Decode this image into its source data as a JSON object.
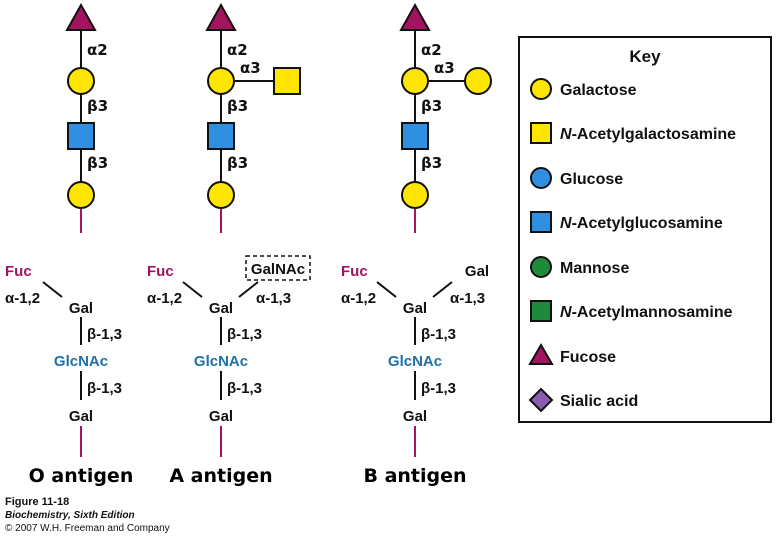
{
  "colors": {
    "galactose": "#ffe600",
    "n_acetylgalactosamine": "#ffe600",
    "glucose": "#2f8fe0",
    "n_acetylglucosamine": "#2f8fe0",
    "mannose": "#1e8a3a",
    "n_acetylmannosamine": "#1e8a3a",
    "fucose": "#a3145e",
    "sialic_acid": "#8b5cb0",
    "fuc_text": "#a3145e",
    "glcnac_text": "#1f6fa8"
  },
  "chains": [
    {
      "name": "O antigen",
      "top_link": "α2",
      "mid_link": "β3",
      "low_link": "β3",
      "side_link": "",
      "side_shape": "none"
    },
    {
      "name": "A antigen",
      "top_link": "α2",
      "mid_link": "β3",
      "low_link": "β3",
      "side_link": "α3",
      "side_shape": "square"
    },
    {
      "name": "B antigen",
      "top_link": "α2",
      "mid_link": "β3",
      "low_link": "β3",
      "side_link": "α3",
      "side_shape": "circle"
    }
  ],
  "structures": [
    {
      "fuc": "Fuc",
      "fuc_link": "α-1,2",
      "gal_top": "Gal",
      "branch": "",
      "branch_link": "",
      "link1": "β-1,3",
      "glcnac": "GlcNAc",
      "link2": "β-1,3",
      "gal_bottom": "Gal",
      "antigen": "O antigen"
    },
    {
      "fuc": "Fuc",
      "fuc_link": "α-1,2",
      "gal_top": "Gal",
      "branch": "GalNAc",
      "branch_link": "α-1,3",
      "link1": "β-1,3",
      "glcnac": "GlcNAc",
      "link2": "β-1,3",
      "gal_bottom": "Gal",
      "antigen": "A antigen"
    },
    {
      "fuc": "Fuc",
      "fuc_link": "α-1,2",
      "gal_top": "Gal",
      "branch": "Gal",
      "branch_link": "α-1,3",
      "link1": "β-1,3",
      "glcnac": "GlcNAc",
      "link2": "β-1,3",
      "gal_bottom": "Gal",
      "antigen": "B antigen"
    }
  ],
  "key": {
    "title": "Key",
    "items": [
      {
        "label": "Galactose",
        "prefix": "",
        "rest": "",
        "shape": "circle",
        "color": "#ffe600"
      },
      {
        "label": "",
        "prefix": "N",
        "rest": "-Acetylgalactosamine",
        "shape": "square",
        "color": "#ffe600"
      },
      {
        "label": "Glucose",
        "prefix": "",
        "rest": "",
        "shape": "circle",
        "color": "#2f8fe0"
      },
      {
        "label": "",
        "prefix": "N",
        "rest": "-Acetylglucosamine",
        "shape": "square",
        "color": "#2f8fe0"
      },
      {
        "label": "Mannose",
        "prefix": "",
        "rest": "",
        "shape": "circle",
        "color": "#1e8a3a"
      },
      {
        "label": "",
        "prefix": "N",
        "rest": "-Acetylmannosamine",
        "shape": "square",
        "color": "#1e8a3a"
      },
      {
        "label": "Fucose",
        "prefix": "",
        "rest": "",
        "shape": "triangle",
        "color": "#a3145e"
      },
      {
        "label": "Sialic acid",
        "prefix": "",
        "rest": "",
        "shape": "diamond",
        "color": "#8b5cb0"
      }
    ]
  },
  "caption": {
    "figure": "Figure 11-18",
    "book": "Biochemistry, Sixth Edition",
    "copyright": "© 2007 W.H. Freeman and Company"
  }
}
